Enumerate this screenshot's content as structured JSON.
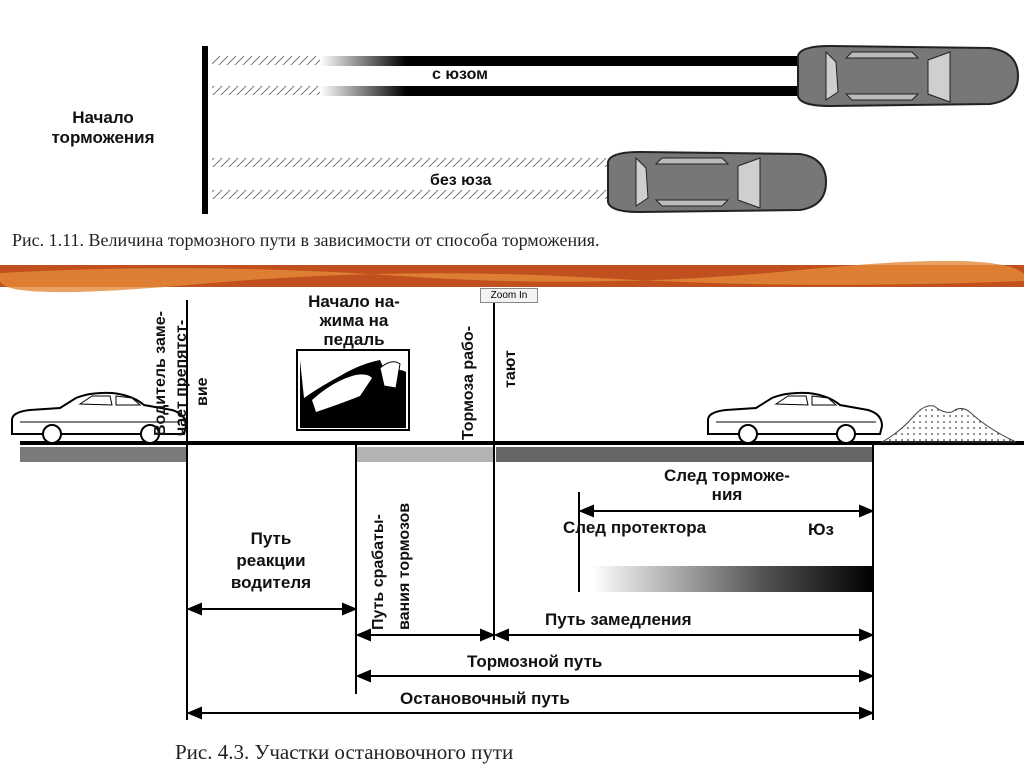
{
  "top_figure": {
    "start_label_line1": "Начало",
    "start_label_line2": "торможения",
    "skid_label": "с юзом",
    "no_skid_label": "без юза",
    "caption": "Рис. 1.11. Величина тормозного пути в зависимости от способа торможения."
  },
  "separator": {
    "colors": [
      "#c0501d",
      "#e38a3a"
    ]
  },
  "zoom_button": {
    "label": "Zoom In"
  },
  "bottom_figure": {
    "driver_notices_line1": "Водитель заме-",
    "driver_notices_line2": "чает препятст-",
    "driver_notices_line3": "вие",
    "pedal_line1": "Начало на-",
    "pedal_line2": "жима на",
    "pedal_line3": "педаль",
    "brakes_work_line1": "Тормоза рабо-",
    "brakes_work_line2": "тают",
    "reaction_line1": "Путь",
    "reaction_line2": "реакции",
    "reaction_line3": "водителя",
    "actuation_line1": "Путь срабаты-",
    "actuation_line2": "вания тормозов",
    "braking_trace_line1": "След торможе-",
    "braking_trace_line2": "ния",
    "tread_trace": "След протектора",
    "skid_short": "Юз",
    "deceleration": "Путь замедления",
    "braking_distance": "Тормозной путь",
    "stopping_distance": "Остановочный путь",
    "caption": "Рис. 4.3. Участки остановочного пути"
  }
}
